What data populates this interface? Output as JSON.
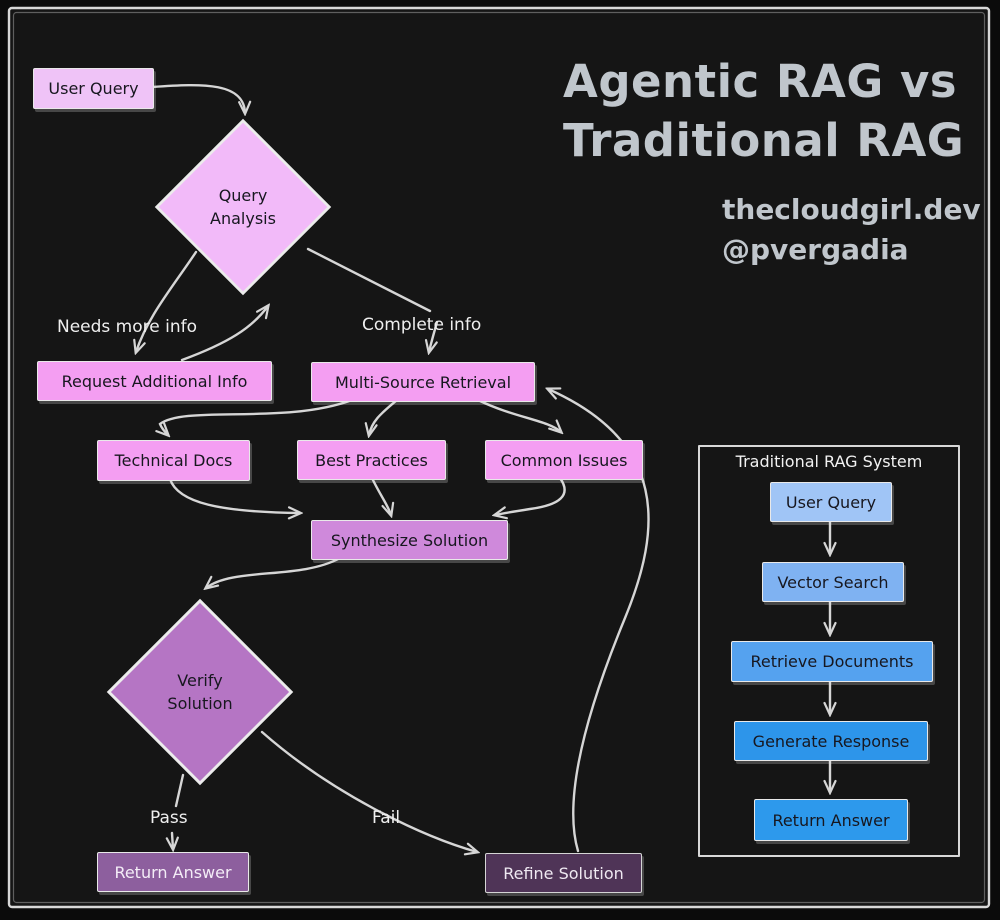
{
  "header": {
    "title_line1": "Agentic RAG vs",
    "title_line2": "Traditional RAG",
    "credit1": "thecloudgirl.dev",
    "credit2": "@pvergadia"
  },
  "agentic": {
    "user_query": "User Query",
    "query_analysis": "Query Analysis",
    "request_additional_info": "Request Additional Info",
    "multi_source_retrieval": "Multi-Source Retrieval",
    "technical_docs": "Technical Docs",
    "best_practices": "Best Practices",
    "common_issues": "Common Issues",
    "synthesize_solution": "Synthesize Solution",
    "verify_solution": "Verify Solution",
    "return_answer": "Return Answer",
    "refine_solution": "Refine Solution",
    "labels": {
      "needs_more_info": "Needs more info",
      "complete_info": "Complete info",
      "pass": "Pass",
      "fail": "Fail"
    }
  },
  "traditional": {
    "title": "Traditional RAG System",
    "steps": [
      "User Query",
      "Vector Search",
      "Retrieve Documents",
      "Generate Response",
      "Return Answer"
    ]
  },
  "colors": {
    "background": "#0b0b0b",
    "canvas": "#151515",
    "frame": "#d8d8d8",
    "line": "#d6d6d6",
    "title_text": "#c0c6cc",
    "label_text": "#efefef",
    "node_text": "#17171f",
    "light_pink": "#efc3f7",
    "diamond_pink": "#f2baf9",
    "pink": "#f49ef2",
    "orchid": "#cf89db",
    "verify_purple": "#b575c4",
    "purple_box": "#8d5f9e",
    "dark_purple_box": "#4f3457",
    "blue_1": "#a0c5f6",
    "blue_2": "#7fb2f2",
    "blue_3": "#55a2ef",
    "blue_4": "#2d95ea",
    "blue_5": "#2d99ec"
  }
}
